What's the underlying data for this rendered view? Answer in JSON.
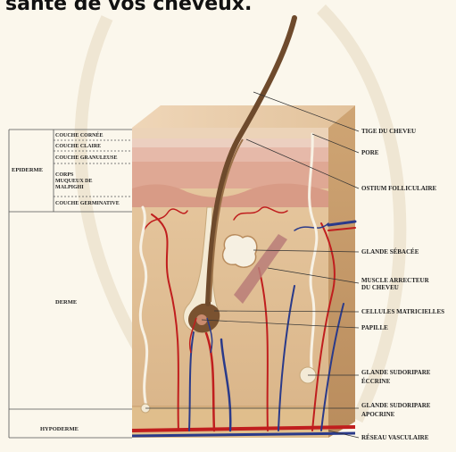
{
  "title": "santé de vos cheveux.",
  "left_labels": {
    "epiderme": "EPIDERME",
    "derme": "DERME",
    "hypoderme": "HYPODERME",
    "couches": [
      "COUCHE CORNÉE",
      "COUCHE CLAIRE",
      "COUCHE GRANULEUSE",
      "CORPS MUQUEUX DE MALPIGHI",
      "COUCHE GERMINATIVE"
    ]
  },
  "right_labels": {
    "tige": "TIGE DU CHEVEU",
    "pore": "PORE",
    "ostium": "OSTIUM FOLLICULAIRE",
    "sebacee": "GLANDE SÉBACÉE",
    "muscle": "MUSCLE ARRECTEUR DU CHEVEU",
    "cellules": "CELLULES MATRICIELLES",
    "papille": "PAPILLE",
    "eccrine": "GLANDE SUDORIPARE ÉCCRINE",
    "apocrine": "GLANDE SUDORIPARE APOCRINE",
    "reseau": "RÉSEAU VASCULAIRE"
  },
  "colors": {
    "dermis": "#e3c49a",
    "epidermis": "#e6b9a9",
    "hair": "#6e4a2c",
    "artery": "#c01e1e",
    "vein": "#2a3a8a"
  }
}
